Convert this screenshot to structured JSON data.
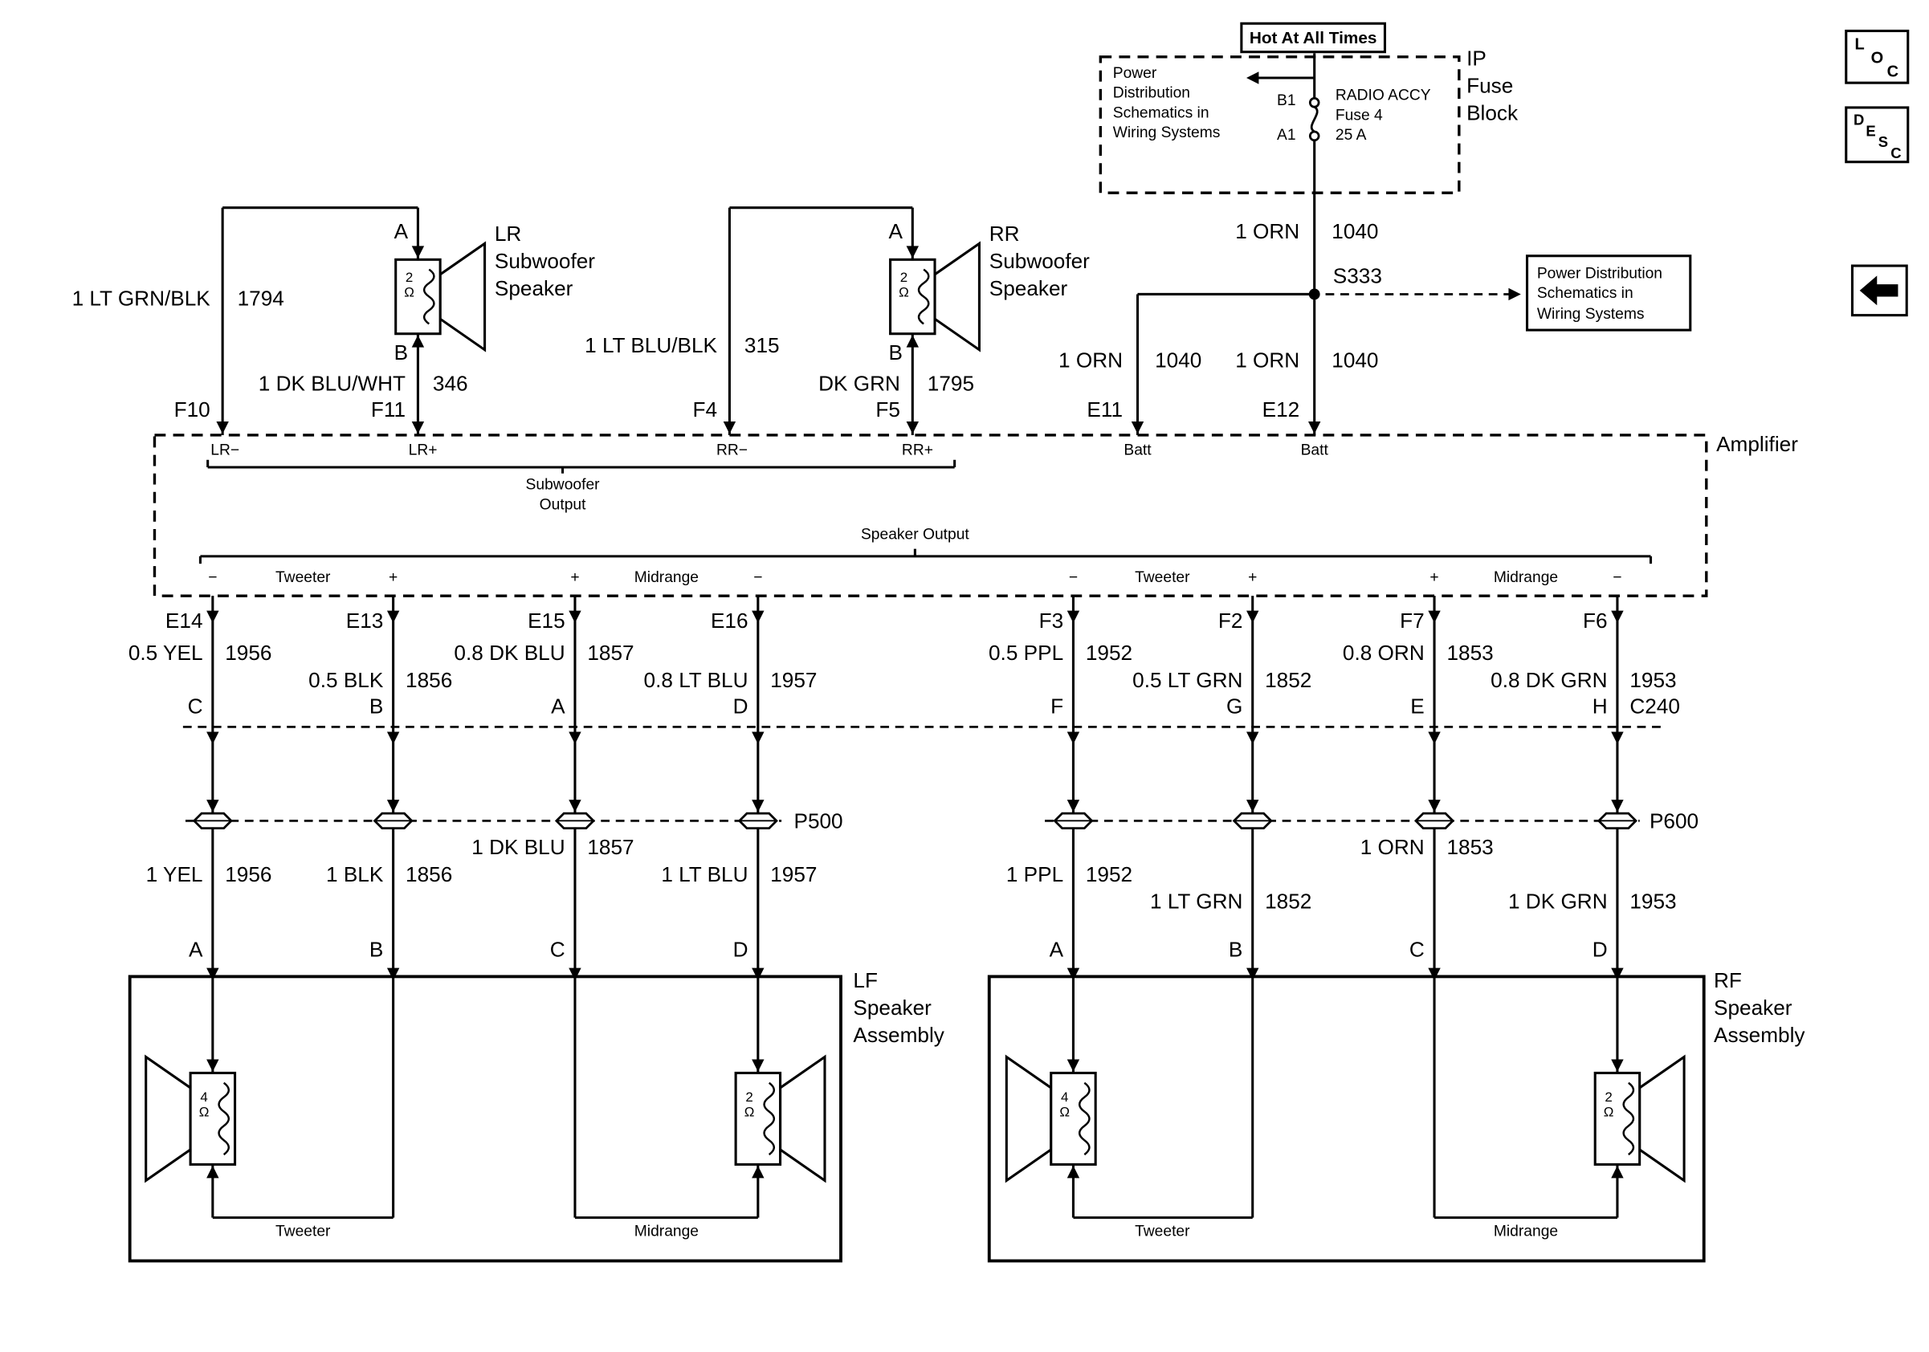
{
  "header": {
    "hot": "Hot At All Times",
    "fuse_block": {
      "note_lines": [
        "Power",
        "Distribution",
        "Schematics in",
        "Wiring Systems"
      ],
      "pin_in": "B1",
      "pin_out": "A1",
      "fuse_lines": [
        "RADIO ACCY",
        "Fuse 4",
        "25 A"
      ],
      "name_lines": [
        "IP",
        "Fuse",
        "Block"
      ]
    }
  },
  "corner": {
    "loc": [
      "L",
      "O",
      "C"
    ],
    "desc": [
      "D",
      "E",
      "S",
      "C"
    ]
  },
  "power": {
    "feed_color": "1 ORN",
    "feed_circuit": "1040",
    "splice": "S333",
    "ref_lines": [
      "Power Distribution",
      "Schematics in",
      "Wiring Systems"
    ],
    "e11": {
      "color": "1 ORN",
      "circuit": "1040",
      "pin": "E11",
      "name": "Batt"
    },
    "e12": {
      "color": "1 ORN",
      "circuit": "1040",
      "pin": "E12",
      "name": "Batt"
    }
  },
  "subwoofers": {
    "lr": {
      "name_lines": [
        "LR",
        "Subwoofer",
        "Speaker"
      ],
      "impedance": [
        "2",
        "Ω"
      ],
      "term_top": "A",
      "term_bottom": "B",
      "top_wire": {
        "color": "1 LT GRN/BLK",
        "circuit": "1794",
        "pin": "F10"
      },
      "bottom_wire": {
        "color": "1 DK BLU/WHT",
        "circuit": "346",
        "pin": "F11"
      }
    },
    "rr": {
      "name_lines": [
        "RR",
        "Subwoofer",
        "Speaker"
      ],
      "impedance": [
        "2",
        "Ω"
      ],
      "term_top": "A",
      "term_bottom": "B",
      "top_wire": {
        "color": "1 LT BLU/BLK",
        "circuit": "315",
        "pin": "F4"
      },
      "bottom_wire": {
        "color": "DK GRN",
        "circuit": "1795",
        "pin": "F5"
      }
    }
  },
  "amplifier": {
    "label": "Amplifier",
    "sub_pins": [
      "LR−",
      "LR+",
      "RR−",
      "RR+"
    ],
    "subwoofer_output_lines": [
      "Subwoofer",
      "Output"
    ],
    "speaker_output": "Speaker Output",
    "channel_row": [
      "−",
      "Tweeter",
      "+",
      "+",
      "Midrange",
      "−",
      "−",
      "Tweeter",
      "+",
      "+",
      "Midrange",
      "−"
    ]
  },
  "speaker_wires": [
    {
      "amp_pin": "E14",
      "upper_color": "0.5 YEL",
      "upper_circuit": "1956",
      "conn_pin": "C",
      "lower_color": "1 YEL",
      "lower_circuit": "1956",
      "spk_pin": "A"
    },
    {
      "amp_pin": "E13",
      "upper_color": "0.5 BLK",
      "upper_circuit": "1856",
      "conn_pin": "B",
      "lower_color": "1 BLK",
      "lower_circuit": "1856",
      "spk_pin": "B"
    },
    {
      "amp_pin": "E15",
      "upper_color": "0.8 DK BLU",
      "upper_circuit": "1857",
      "conn_pin": "A",
      "lower_color": "1 DK BLU",
      "lower_circuit": "1857",
      "spk_pin": "C"
    },
    {
      "amp_pin": "E16",
      "upper_color": "0.8 LT BLU",
      "upper_circuit": "1957",
      "conn_pin": "D",
      "lower_color": "1 LT BLU",
      "lower_circuit": "1957",
      "spk_pin": "D"
    },
    {
      "amp_pin": "F3",
      "upper_color": "0.5 PPL",
      "upper_circuit": "1952",
      "conn_pin": "F",
      "lower_color": "1 PPL",
      "lower_circuit": "1952",
      "spk_pin": "A"
    },
    {
      "amp_pin": "F2",
      "upper_color": "0.5 LT GRN",
      "upper_circuit": "1852",
      "conn_pin": "G",
      "lower_color": "1 LT GRN",
      "lower_circuit": "1852",
      "spk_pin": "B"
    },
    {
      "amp_pin": "F7",
      "upper_color": "0.8 ORN",
      "upper_circuit": "1853",
      "conn_pin": "E",
      "lower_color": "1 ORN",
      "lower_circuit": "1853",
      "spk_pin": "C"
    },
    {
      "amp_pin": "F6",
      "upper_color": "0.8 DK GRN",
      "upper_circuit": "1953",
      "conn_pin": "H",
      "lower_color": "1 DK GRN",
      "lower_circuit": "1953",
      "spk_pin": "D"
    }
  ],
  "connectors": {
    "c240": "C240",
    "p500": "P500",
    "p600": "P600"
  },
  "assemblies": {
    "lf": {
      "name_lines": [
        "LF",
        "Speaker",
        "Assembly"
      ],
      "tweeter_label": "Tweeter",
      "midrange_label": "Midrange",
      "tweeter_impedance": [
        "4",
        "Ω"
      ],
      "midrange_impedance": [
        "2",
        "Ω"
      ]
    },
    "rf": {
      "name_lines": [
        "RF",
        "Speaker",
        "Assembly"
      ],
      "tweeter_label": "Tweeter",
      "midrange_label": "Midrange",
      "tweeter_impedance": [
        "4",
        "Ω"
      ],
      "midrange_impedance": [
        "2",
        "Ω"
      ]
    }
  }
}
